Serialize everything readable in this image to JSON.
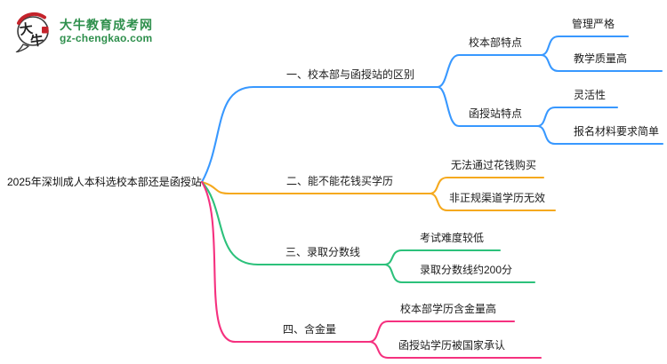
{
  "site": {
    "logo_char_1": "大",
    "logo_char_2": "牛",
    "name": "大牛教育成考网",
    "url": "gz-chengkao.com",
    "brand_green": "#2e8f4c",
    "brand_red": "#c4232b"
  },
  "mindmap": {
    "root": "2025年深圳成人本科选校本部还是函授站",
    "branches": [
      {
        "label": "一、校本部与函授站的区别",
        "color": "#3898ff",
        "children": [
          {
            "label": "校本部特点",
            "children": [
              {
                "label": "管理严格"
              },
              {
                "label": "教学质量高"
              }
            ]
          },
          {
            "label": "函授站特点",
            "children": [
              {
                "label": "灵活性"
              },
              {
                "label": "报名材料要求简单"
              }
            ]
          }
        ]
      },
      {
        "label": "二、能不能花钱买学历",
        "color": "#f5a91e",
        "children": [
          {
            "label": "无法通过花钱购买"
          },
          {
            "label": "非正规渠道学历无效"
          }
        ]
      },
      {
        "label": "三、录取分数线",
        "color": "#2cc17b",
        "children": [
          {
            "label": "考试难度较低"
          },
          {
            "label": "录取分数线约200分"
          }
        ]
      },
      {
        "label": "四、含金量",
        "color": "#f5317f",
        "children": [
          {
            "label": "校本部学历含金量高"
          },
          {
            "label": "函授站学历被国家承认"
          }
        ]
      }
    ]
  }
}
